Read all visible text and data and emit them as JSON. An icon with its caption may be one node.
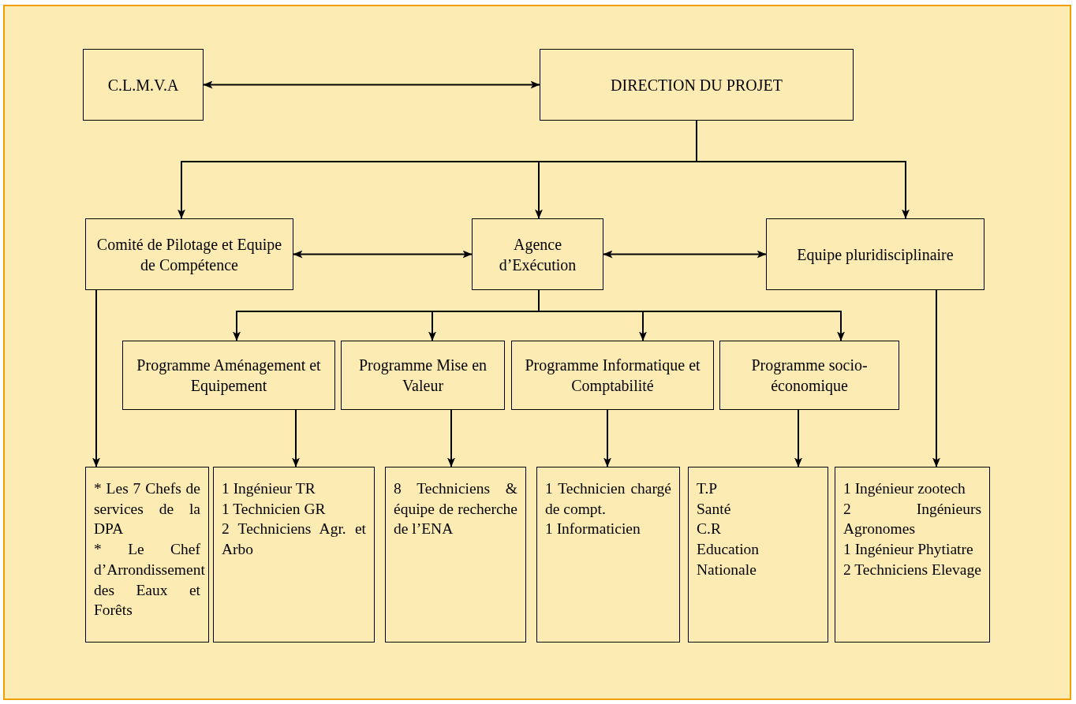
{
  "diagram": {
    "nodes": [
      {
        "text": [
          "C.L.M.V.A"
        ]
      },
      {
        "text": [
          "DIRECTION DU PROJET"
        ]
      },
      {
        "text": [
          "Comité de Pilotage et Equipe de Compétence"
        ]
      },
      {
        "text": [
          "Agence d’Exécution"
        ]
      },
      {
        "text": [
          "Equipe pluridisciplinaire"
        ]
      },
      {
        "text": [
          "Programme Aménagement et Equipement"
        ]
      },
      {
        "text": [
          "Programme Mise en Valeur"
        ]
      },
      {
        "text": [
          "Programme Informatique et Comptabilité"
        ]
      },
      {
        "text": [
          "Programme socio-économique"
        ]
      },
      {
        "text": [
          "* Les 7 Chefs de services de la DPA",
          "* Le Chef d’Arrondissement des Eaux et Forêts"
        ]
      },
      {
        "text": [
          "1 Ingénieur TR",
          "1 Technicien GR",
          "2 Techniciens Agr. et Arbo"
        ]
      },
      {
        "text": [
          "8 Techniciens & équipe de recherche de l’ENA"
        ]
      },
      {
        "text": [
          "1 Technicien chargé de compt.",
          "1 Informaticien"
        ]
      },
      {
        "text": [
          "T.P",
          "Santé",
          "C.R",
          "Education Nationale"
        ]
      },
      {
        "text": [
          "1 Ingénieur zootech",
          "2 Ingénieurs Agronomes",
          "1 Ingénieur Phytiatre",
          "2 Techniciens Elevage"
        ]
      }
    ],
    "edges": [
      {
        "from": 0,
        "to": 1,
        "arrow": "both"
      },
      {
        "from": 1,
        "to": 2,
        "arrow": "to"
      },
      {
        "from": 1,
        "to": 3,
        "arrow": "to"
      },
      {
        "from": 1,
        "to": 4,
        "arrow": "to"
      },
      {
        "from": 2,
        "to": 3,
        "arrow": "both"
      },
      {
        "from": 3,
        "to": 4,
        "arrow": "both"
      },
      {
        "from": 3,
        "to": 5,
        "arrow": "to"
      },
      {
        "from": 3,
        "to": 6,
        "arrow": "to"
      },
      {
        "from": 3,
        "to": 7,
        "arrow": "to"
      },
      {
        "from": 3,
        "to": 8,
        "arrow": "to"
      },
      {
        "from": 2,
        "to": 9,
        "arrow": "to"
      },
      {
        "from": 5,
        "to": 10,
        "arrow": "to"
      },
      {
        "from": 6,
        "to": 11,
        "arrow": "to"
      },
      {
        "from": 7,
        "to": 12,
        "arrow": "to"
      },
      {
        "from": 8,
        "to": 13,
        "arrow": "to"
      },
      {
        "from": 4,
        "to": 14,
        "arrow": "to"
      }
    ]
  }
}
